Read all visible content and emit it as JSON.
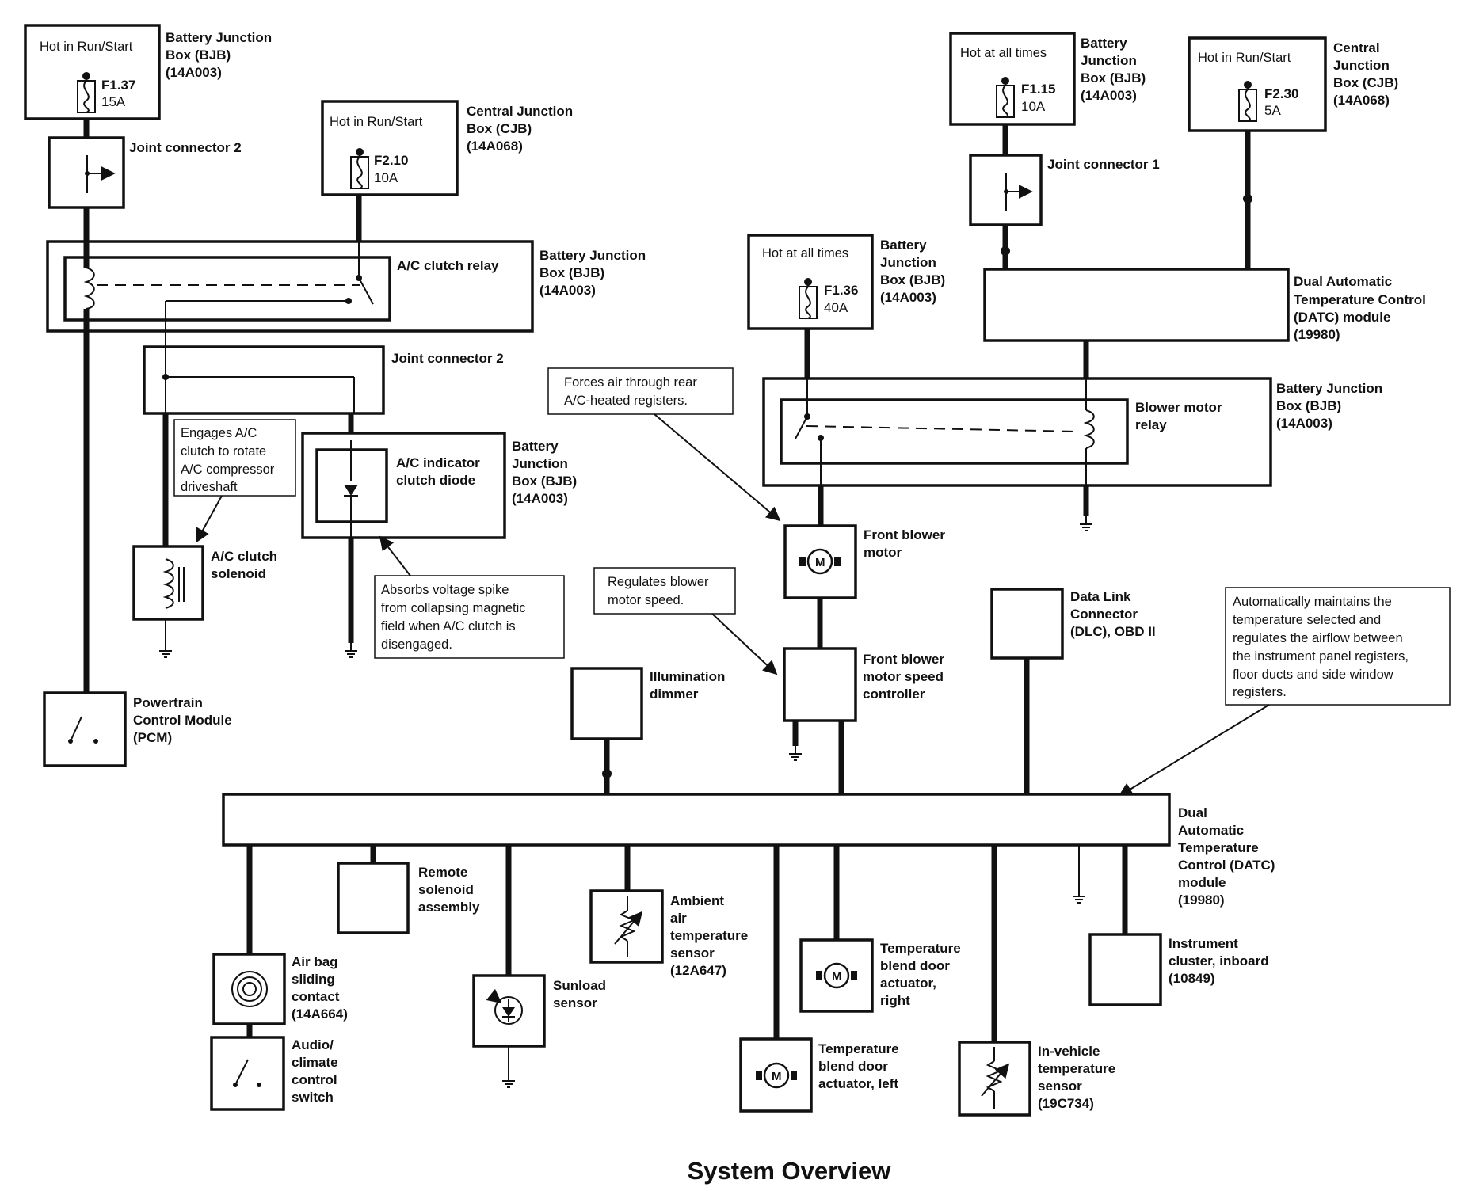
{
  "title": "System Overview",
  "labels": {
    "fuse_f137_hot": "Hot in Run/Start",
    "fuse_f137_id": "F1.37",
    "fuse_f137_amp": "15A",
    "fuse_f137_src": [
      "Battery Junction",
      "Box (BJB)",
      "(14A003)"
    ],
    "jc2_top": "Joint connector 2",
    "fuse_f210_hot": "Hot in Run/Start",
    "fuse_f210_id": "F2.10",
    "fuse_f210_amp": "10A",
    "fuse_f210_src": [
      "Central Junction",
      "Box (CJB)",
      "(14A068)"
    ],
    "ac_relay": "A/C clutch relay",
    "ac_relay_src": [
      "Battery Junction",
      "Box (BJB)",
      "(14A003)"
    ],
    "jc2_mid": "Joint connector 2",
    "ac_diode": [
      "A/C indicator",
      "clutch diode"
    ],
    "ac_diode_src": [
      "Battery",
      "Junction",
      "Box (BJB)",
      "(14A003)"
    ],
    "ac_solenoid": [
      "A/C clutch",
      "solenoid"
    ],
    "pcm": [
      "Powertrain",
      "Control Module",
      "(PCM)"
    ],
    "fuse_f115_hot": "Hot at all times",
    "fuse_f115_id": "F1.15",
    "fuse_f115_amp": "10A",
    "fuse_f115_src": [
      "Battery",
      "Junction",
      "Box (BJB)",
      "(14A003)"
    ],
    "jc1": "Joint connector 1",
    "fuse_f230_hot": "Hot in Run/Start",
    "fuse_f230_id": "F2.30",
    "fuse_f230_amp": "5A",
    "fuse_f230_src": [
      "Central",
      "Junction",
      "Box (CJB)",
      "(14A068)"
    ],
    "datc_top": [
      "Dual Automatic",
      "Temperature Control",
      "(DATC) module",
      "(19980)"
    ],
    "fuse_f136_hot": "Hot at all times",
    "fuse_f136_id": "F1.36",
    "fuse_f136_amp": "40A",
    "fuse_f136_src": [
      "Battery",
      "Junction",
      "Box (BJB)",
      "(14A003)"
    ],
    "blower_relay": [
      "Blower motor",
      "relay"
    ],
    "blower_relay_src": [
      "Battery Junction",
      "Box (BJB)",
      "(14A003)"
    ],
    "front_blower": [
      "Front blower",
      "motor"
    ],
    "blower_ctrl": [
      "Front blower",
      "motor speed",
      "controller"
    ],
    "illum": [
      "Illumination",
      "dimmer"
    ],
    "dlc": [
      "Data Link",
      "Connector",
      "(DLC), OBD II"
    ],
    "datc_main": [
      "Dual",
      "Automatic",
      "Temperature",
      "Control (DATC)",
      "module",
      "(19980)"
    ],
    "remote_sol": [
      "Remote",
      "solenoid",
      "assembly"
    ],
    "ambient": [
      "Ambient",
      "air",
      "temperature",
      "sensor",
      "(12A647)"
    ],
    "airbag": [
      "Air bag",
      "sliding",
      "contact",
      "(14A664)"
    ],
    "sunload": [
      "Sunload",
      "sensor"
    ],
    "temp_right": [
      "Temperature",
      "blend door",
      "actuator,",
      "right"
    ],
    "instrument": [
      "Instrument",
      "cluster, inboard",
      "(10849)"
    ],
    "audio": [
      "Audio/",
      "climate",
      "control",
      "switch"
    ],
    "temp_left": [
      "Temperature",
      "blend door",
      "actuator, left"
    ],
    "invehicle": [
      "In-vehicle",
      "temperature",
      "sensor",
      "(19C734)"
    ]
  },
  "notes": {
    "engages": [
      "Engages A/C",
      "clutch to rotate",
      "A/C compressor",
      "driveshaft"
    ],
    "absorbs": [
      "Absorbs voltage spike",
      "from collapsing magnetic",
      "field when A/C clutch is",
      "disengaged."
    ],
    "forces": [
      "Forces air through rear",
      "A/C-heated registers."
    ],
    "regulates": [
      "Regulates blower",
      "motor speed."
    ],
    "auto": [
      "Automatically maintains the",
      "temperature selected and",
      "regulates the airflow between",
      "the instrument panel registers,",
      "floor ducts and side window",
      "registers."
    ]
  }
}
